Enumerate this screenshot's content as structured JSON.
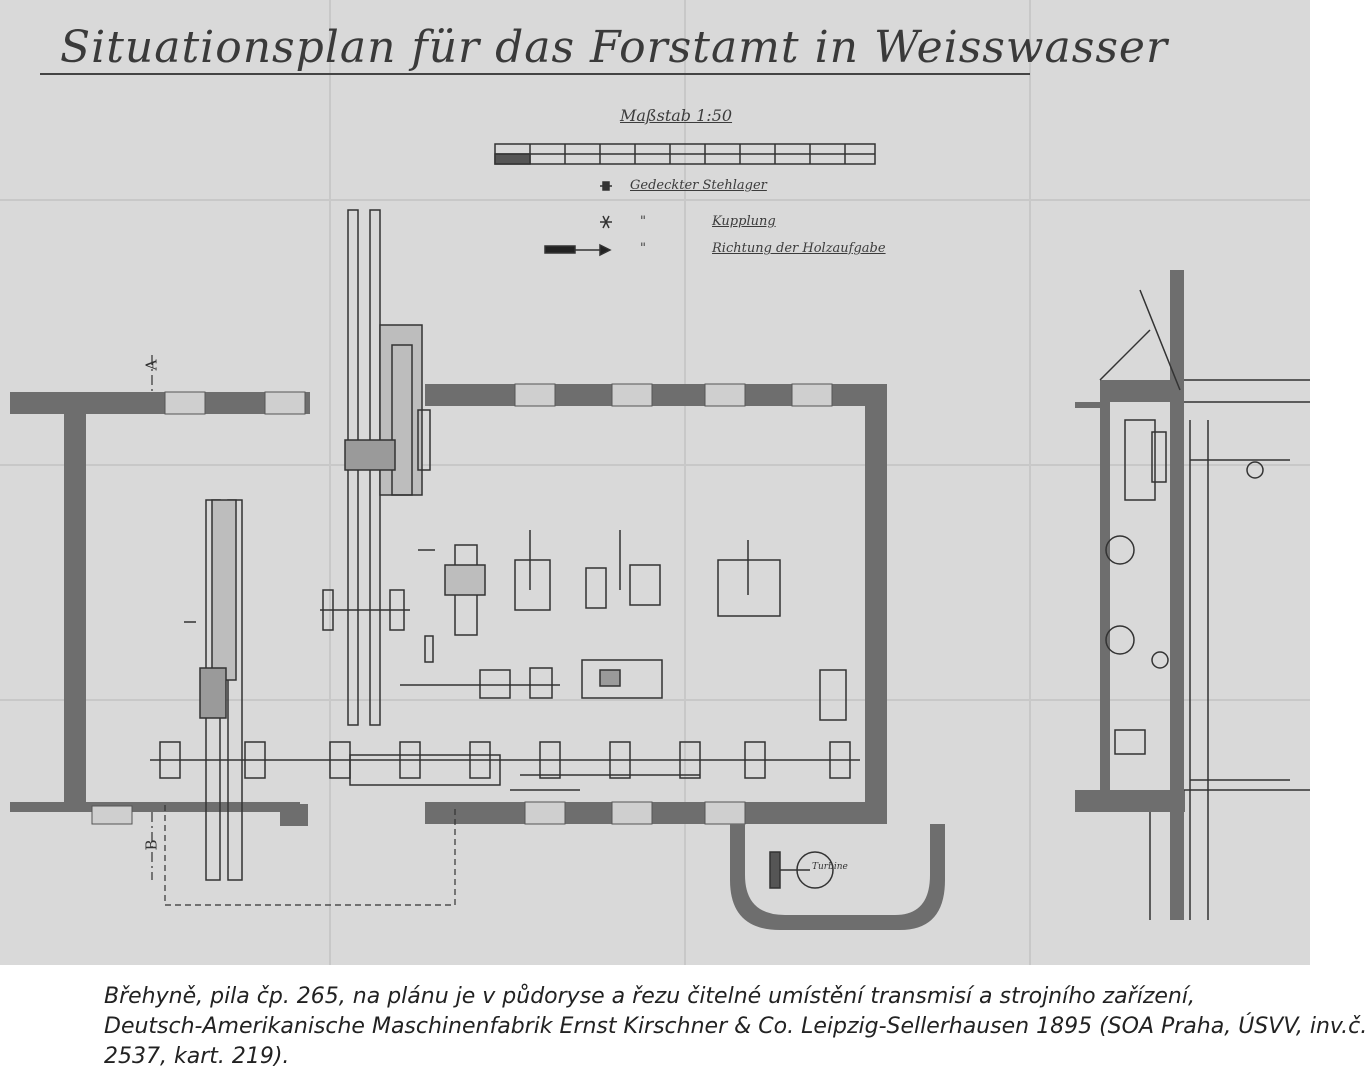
{
  "plan": {
    "title": "Situationsplan für das Forstamt in Weisswasser",
    "scale_label": "Maßstab 1:50",
    "legend": {
      "item1": "Gedeckter Stehlager",
      "item2_mark": "\"",
      "item2": "Kupplung",
      "item3_mark": "\"",
      "item3": "Richtung der Holzaufgabe"
    },
    "section_marker_top": "A",
    "section_marker_bottom": "B",
    "turbine_label": "Turbine"
  },
  "caption": {
    "line1": "Břehyně, pila čp. 265, na plánu je v půdoryse a řezu čitelné umístění transmisí a strojního zařízení,",
    "line2": "Deutsch-Amerikanische Maschinenfabrik Ernst Kirschner & Co. Leipzig-Sellerhausen 1895 (SOA Praha, ÚSVV, inv.č.",
    "line3": "2537, kart. 219)."
  },
  "colors": {
    "paper": "#d9d9d9",
    "wall": "#6e6e6e",
    "ink": "#333333"
  }
}
